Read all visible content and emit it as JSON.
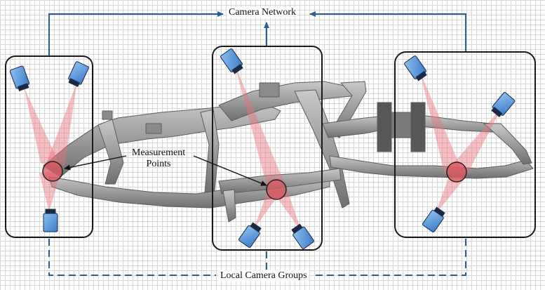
{
  "labels": {
    "camera_network": "Camera Network",
    "measurement_points": "Measurement Points",
    "local_camera_groups": "Local Camera Groups"
  },
  "colors": {
    "frame": "#9a9a9a",
    "frame_dark": "#6e6e6e",
    "camera_blue": "#4d8fd6",
    "camera_dark": "#1b2a44",
    "cone_red": "#e8707a",
    "link_blue": "#2b5f8f",
    "group_box": "#1a1a1a"
  }
}
